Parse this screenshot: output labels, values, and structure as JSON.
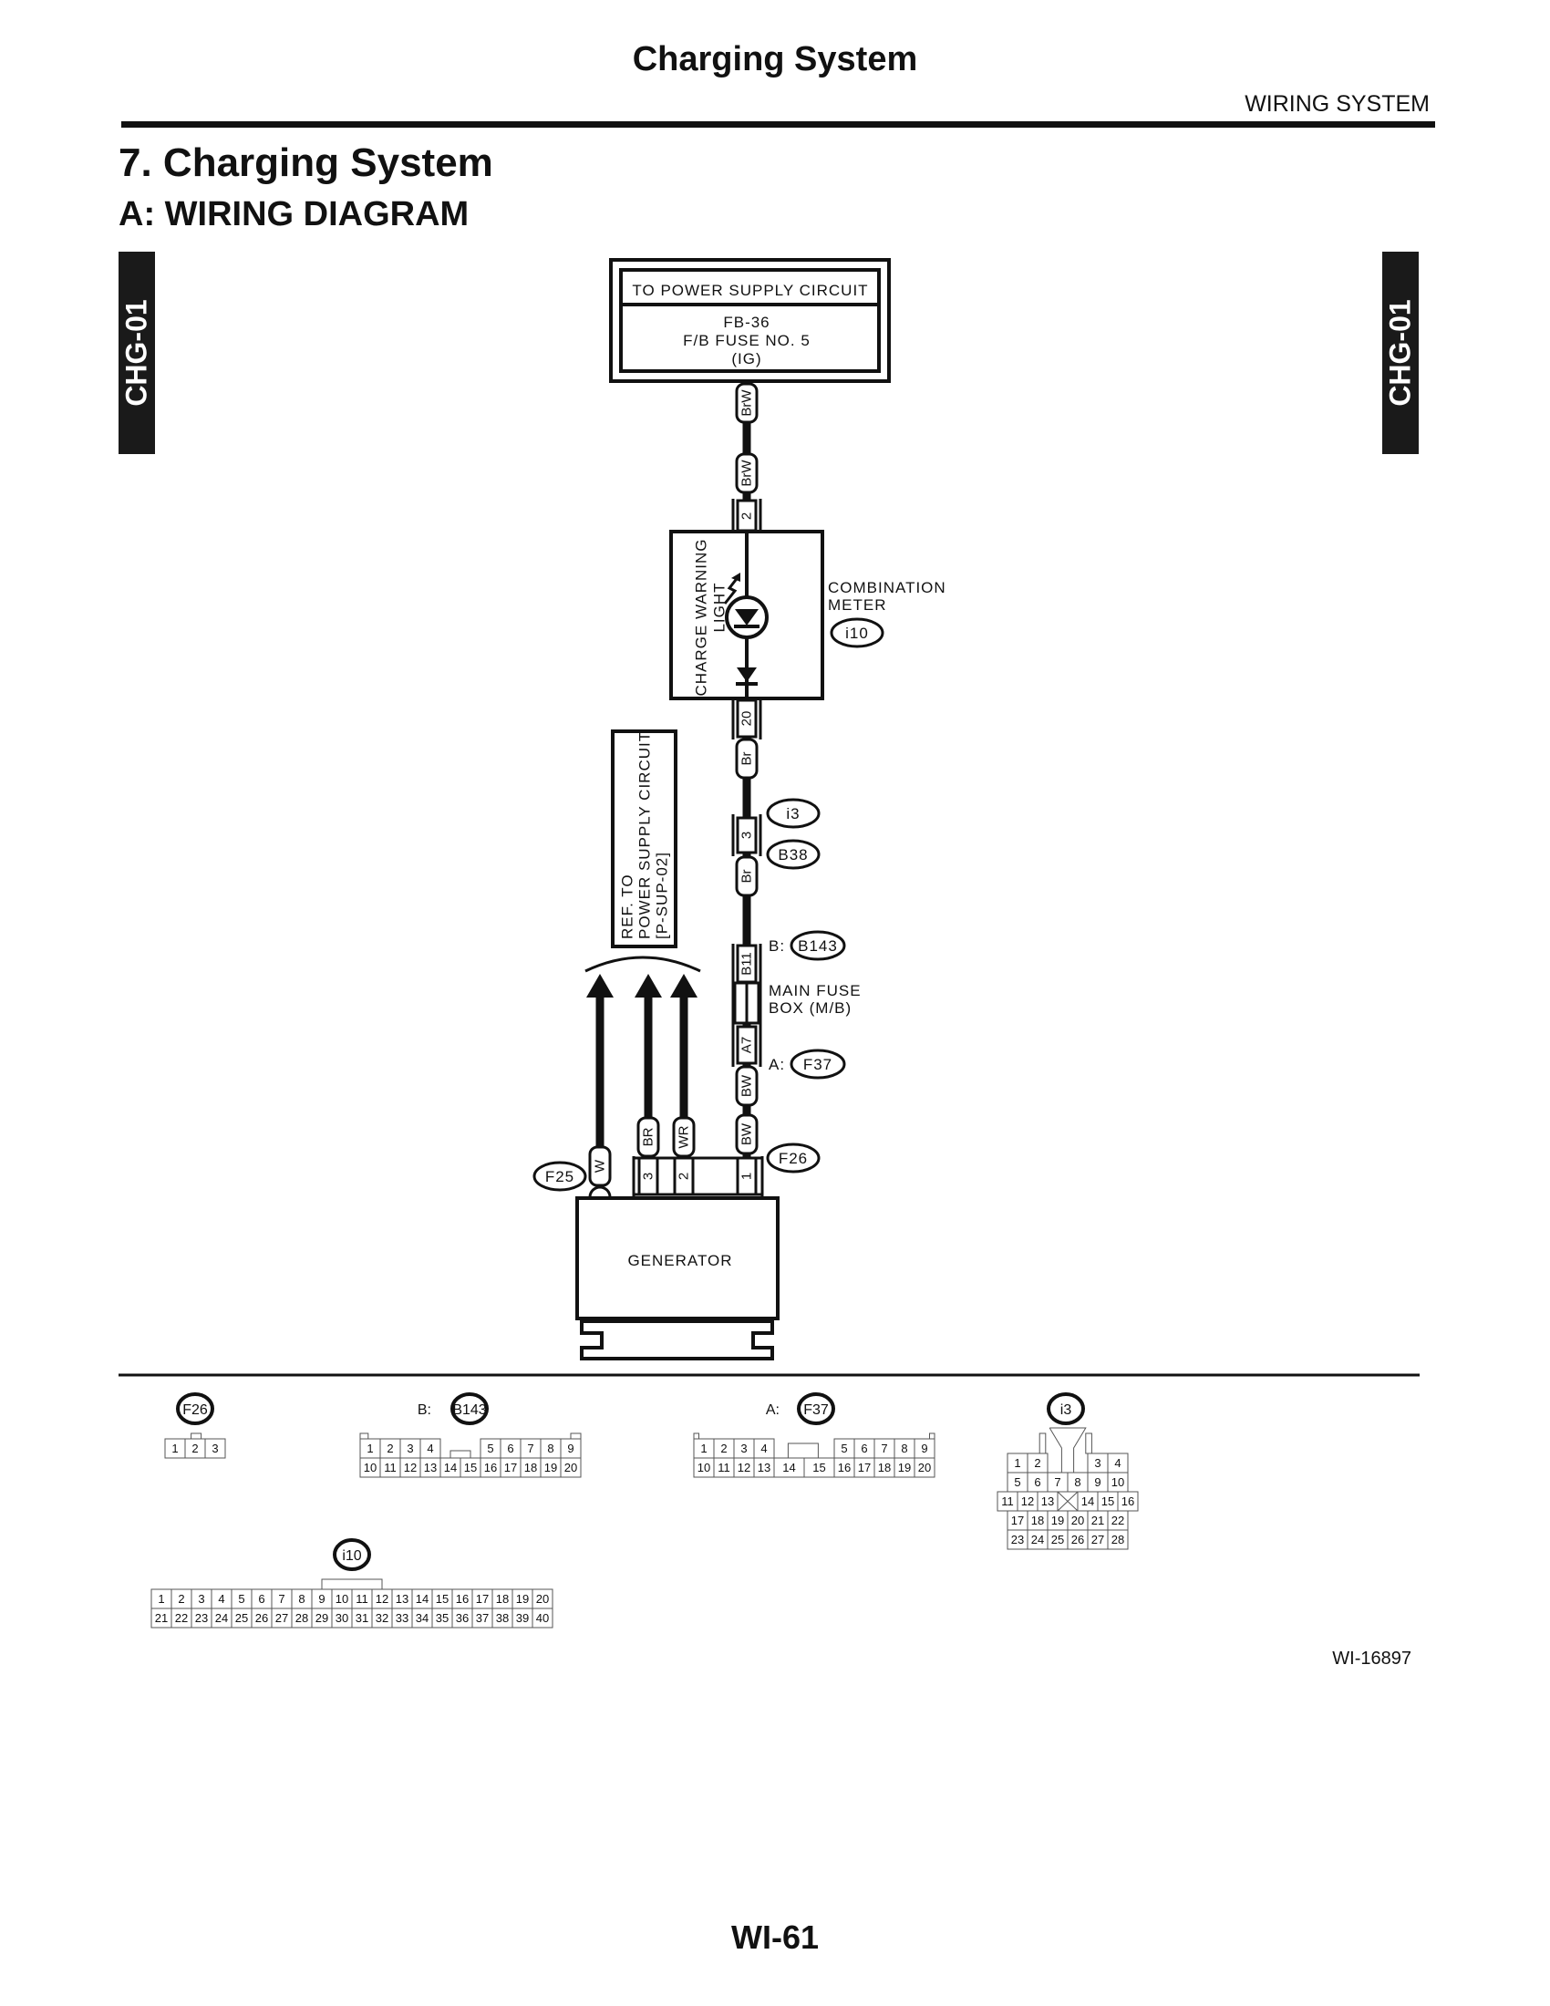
{
  "header": {
    "title": "Charging System",
    "section": "WIRING SYSTEM"
  },
  "section_title": "7.  Charging System",
  "subsection_title": "A:  WIRING DIAGRAM",
  "side_tab": "CHG-01",
  "diagram": {
    "power_box": {
      "title": "TO POWER SUPPLY CIRCUIT",
      "line1": "FB-36",
      "line2": "F/B FUSE NO. 5",
      "line3": "(IG)"
    },
    "wires": [
      "BrW",
      "BrW",
      "Br",
      "Br",
      "BW",
      "BW",
      "W",
      "BR",
      "WR"
    ],
    "pins": {
      "meter_in": "2",
      "meter_out": "20",
      "i3_pin": "3",
      "mb_b": "B11",
      "mb_a": "A7",
      "gen_3": "3",
      "gen_2": "2",
      "gen_1": "1"
    },
    "meter": {
      "label": "CHARGE WARNING",
      "label2": "LIGHT",
      "name1": "COMBINATION",
      "name2": "METER",
      "connector": "i10"
    },
    "connectors": {
      "i3": "i3",
      "b38": "B38",
      "b_prefix": "B:",
      "b143": "B143",
      "a_prefix": "A:",
      "f37": "F37",
      "f26": "F26",
      "f25": "F25"
    },
    "main_fuse": {
      "line1": "MAIN FUSE",
      "line2": "BOX (M/B)"
    },
    "ref_box": {
      "line1": "REF. TO",
      "line2": "POWER SUPPLY CIRCUIT",
      "line3": "[P-SUP-02]"
    },
    "generator": "GENERATOR"
  },
  "connector_views": [
    {
      "id": "F26",
      "prefix": "",
      "rows": [
        [
          "1",
          "2",
          "3"
        ]
      ]
    },
    {
      "id": "B143",
      "prefix": "B:",
      "rows": [
        [
          "1",
          "2",
          "3",
          "4",
          "5",
          "6",
          "7",
          "8",
          "9"
        ],
        [
          "10",
          "11",
          "12",
          "13",
          "14",
          "15",
          "16",
          "17",
          "18",
          "19",
          "20"
        ]
      ]
    },
    {
      "id": "F37",
      "prefix": "A:",
      "rows": [
        [
          "1",
          "2",
          "3",
          "4",
          "5",
          "6",
          "7",
          "8",
          "9"
        ],
        [
          "10",
          "11",
          "12",
          "13",
          "14",
          "15",
          "16",
          "17",
          "18",
          "19",
          "20"
        ]
      ]
    },
    {
      "id": "i3",
      "prefix": "",
      "rows": [
        [
          "1",
          "2",
          "3",
          "4"
        ],
        [
          "5",
          "6",
          "7",
          "8",
          "9",
          "10"
        ],
        [
          "11",
          "12",
          "13",
          "",
          "14",
          "15",
          "16"
        ],
        [
          "17",
          "18",
          "19",
          "20",
          "21",
          "22"
        ],
        [
          "23",
          "24",
          "25",
          "26",
          "27",
          "28"
        ]
      ]
    },
    {
      "id": "i10",
      "prefix": "",
      "rows": [
        [
          "1",
          "2",
          "3",
          "4",
          "5",
          "6",
          "7",
          "8",
          "9",
          "10",
          "11",
          "12",
          "13",
          "14",
          "15",
          "16",
          "17",
          "18",
          "19",
          "20"
        ],
        [
          "21",
          "22",
          "23",
          "24",
          "25",
          "26",
          "27",
          "28",
          "29",
          "30",
          "31",
          "32",
          "33",
          "34",
          "35",
          "36",
          "37",
          "38",
          "39",
          "40"
        ]
      ]
    }
  ],
  "figure_id": "WI-16897",
  "page_number": "WI-61"
}
